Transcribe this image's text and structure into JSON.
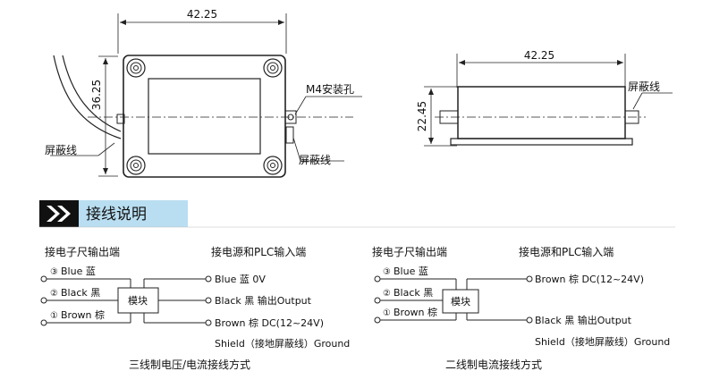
{
  "drawing": {
    "front_width": "42.25",
    "front_height": "36.25",
    "mount_hole": "M4安装孔",
    "shield_left": "屏蔽线",
    "shield_right": "屏蔽线",
    "side_width": "42.25",
    "side_height": "22.45",
    "shield_side": "屏蔽线"
  },
  "banner": {
    "title": "接线说明"
  },
  "three_wire": {
    "left_heading": "接电子尺输出端",
    "right_heading": "接电源和PLC输入端",
    "module_label": "模块",
    "left_wires": [
      {
        "num": "③",
        "label": "Blue 蓝"
      },
      {
        "num": "②",
        "label": "Black 黑"
      },
      {
        "num": "①",
        "label": "Brown 棕"
      }
    ],
    "right_wires": [
      "Blue 蓝  0V",
      "Black 黑  输出Output",
      "Brown 棕  DC(12~24V)"
    ],
    "shield": "Shield（接地屏蔽线）Ground",
    "caption": "三线制电压/电流接线方式"
  },
  "two_wire": {
    "left_heading": "接电子尺输出端",
    "right_heading": "接电源和PLC输入端",
    "module_label": "模块",
    "left_wires": [
      {
        "num": "③",
        "label": "Blue 蓝"
      },
      {
        "num": "②",
        "label": "Black 黑"
      },
      {
        "num": "①",
        "label": "Brown 棕"
      }
    ],
    "right_wires": [
      "Brown 棕  DC(12~24V)",
      "Black 黑  输出Output"
    ],
    "shield": "Shield（接地屏蔽线）Ground",
    "caption": "二线制电流接线方式"
  }
}
